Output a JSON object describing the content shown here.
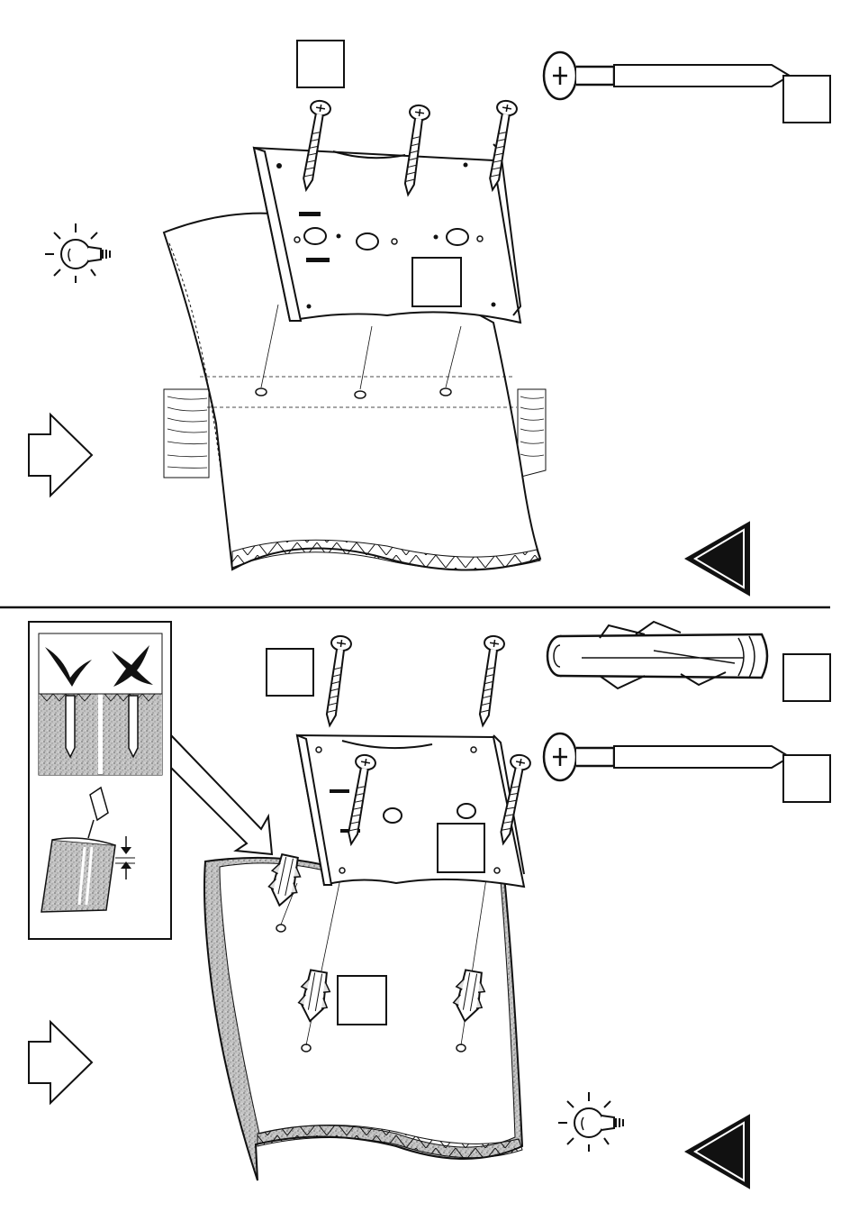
{
  "page": {
    "title": "",
    "panels": [
      {
        "id": "top",
        "surface": "wood-stud-wall",
        "label_boxes": [
          "",
          "",
          ""
        ]
      },
      {
        "id": "bottom",
        "surface": "concrete-wall",
        "label_boxes": [
          "",
          "",
          "",
          ""
        ]
      }
    ]
  },
  "legend": {
    "correct_mark": "check",
    "wrong_mark": "cross"
  },
  "icons": {
    "tip": "lightbulb-icon",
    "next": "outline-arrow-right-icon",
    "back": "filled-triangle-left-icon",
    "screw": "screw-icon",
    "anchor": "wall-anchor-icon"
  },
  "colors": {
    "ink": "#111111",
    "paper": "#ffffff",
    "concrete": "#b8b8b8"
  }
}
